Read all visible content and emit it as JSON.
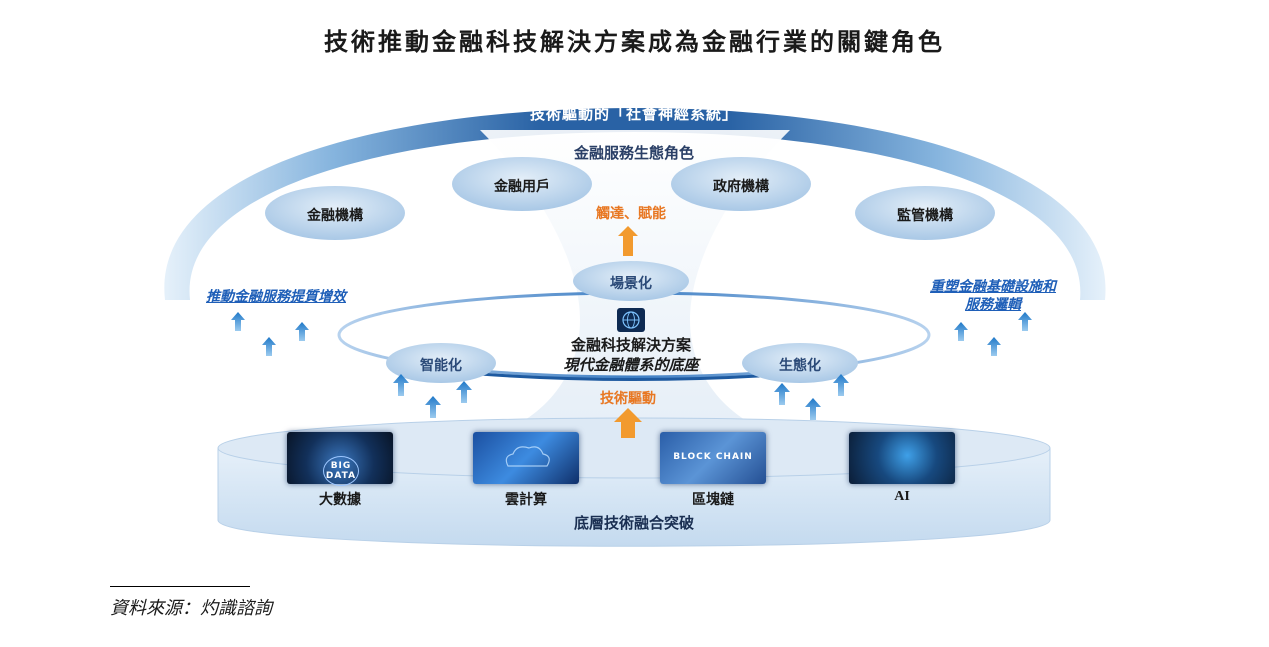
{
  "title": "技術推動金融科技解決方案成為金融行業的關鍵角色",
  "arc_banner": "技術驅動的「社會神經系統」",
  "ecosystem": {
    "heading": "金融服務生態角色",
    "roles": [
      "金融機構",
      "金融用戶",
      "政府機構",
      "監管機構"
    ]
  },
  "left_effect": "推動金融服務提質增效",
  "right_effect": [
    "重塑金融基礎設施和",
    "服務邏輯"
  ],
  "reach_label": "觸達、賦能",
  "ring": {
    "top": "場景化",
    "left": "智能化",
    "right": "生態化",
    "center_title": "金融科技解決方案",
    "center_subtitle": "現代金融體系的底座"
  },
  "tech_drive": "技術驅動",
  "base": {
    "label": "底層技術融合突破",
    "technologies": [
      "大數據",
      "雲計算",
      "區塊鏈",
      "AI"
    ],
    "tile_texts": [
      "BIG DATA",
      "BLOCK CHAIN"
    ]
  },
  "source": "資料來源：灼識諮詢",
  "colors": {
    "arc_dark": "#1e5aa0",
    "arc_light": "#b9d6ee",
    "ellipse": "#c5dbef",
    "arrow_blue": "#2a7fd0",
    "arrow_orange": "#f29a2e",
    "text_orange": "#e87722",
    "link_blue": "#1f5fb8"
  }
}
